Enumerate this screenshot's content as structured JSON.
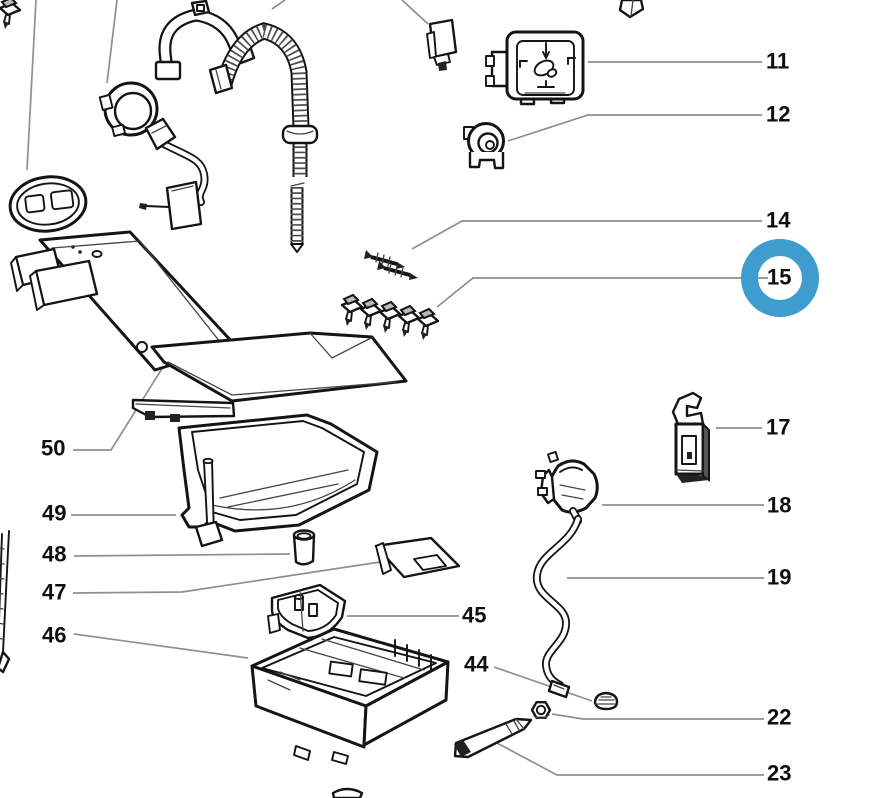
{
  "figure": {
    "kind": "exploded-parts-diagram",
    "background": "#ffffff"
  },
  "highlight": {
    "circled_callout": "15",
    "ring_color": "#3E9CCE"
  },
  "colors": {
    "leader_line": "#8f8f8f",
    "line_art": "#141414",
    "label_text": "#0f0f0f"
  },
  "callouts": [
    {
      "label": "11"
    },
    {
      "label": "12"
    },
    {
      "label": "14"
    },
    {
      "label": "15"
    },
    {
      "label": "17"
    },
    {
      "label": "18"
    },
    {
      "label": "19"
    },
    {
      "label": "22"
    },
    {
      "label": "23"
    },
    {
      "label": "44"
    },
    {
      "label": "45"
    },
    {
      "label": "46"
    },
    {
      "label": "47"
    },
    {
      "label": "48"
    },
    {
      "label": "49"
    },
    {
      "label": "50"
    }
  ]
}
